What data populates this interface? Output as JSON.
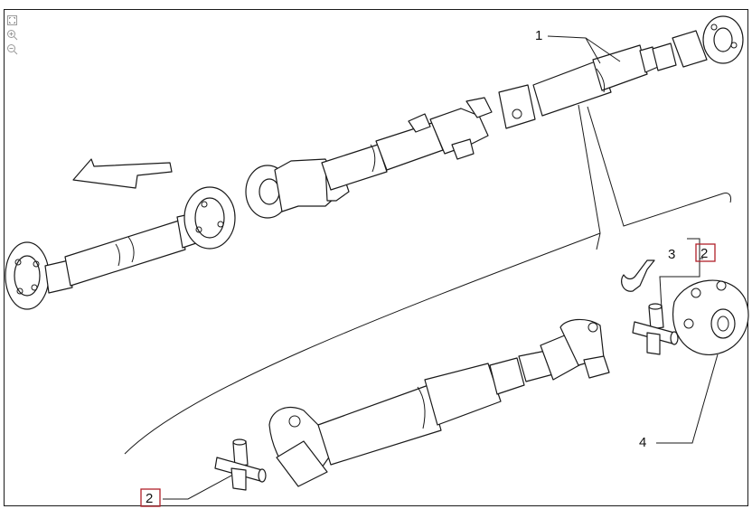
{
  "toolbar": {
    "icons": [
      "fit-page-icon",
      "zoom-in-icon",
      "zoom-out-icon"
    ]
  },
  "callouts": {
    "shaft_assembly": "1",
    "joint_kit": "2",
    "joint_kit_detail": "2",
    "circlip": "3",
    "flexible_coupling": "4"
  },
  "colors": {
    "line": "#1a1a1a",
    "hotspot": "#b0202a",
    "toolbar_icon": "#9a9a9a"
  }
}
